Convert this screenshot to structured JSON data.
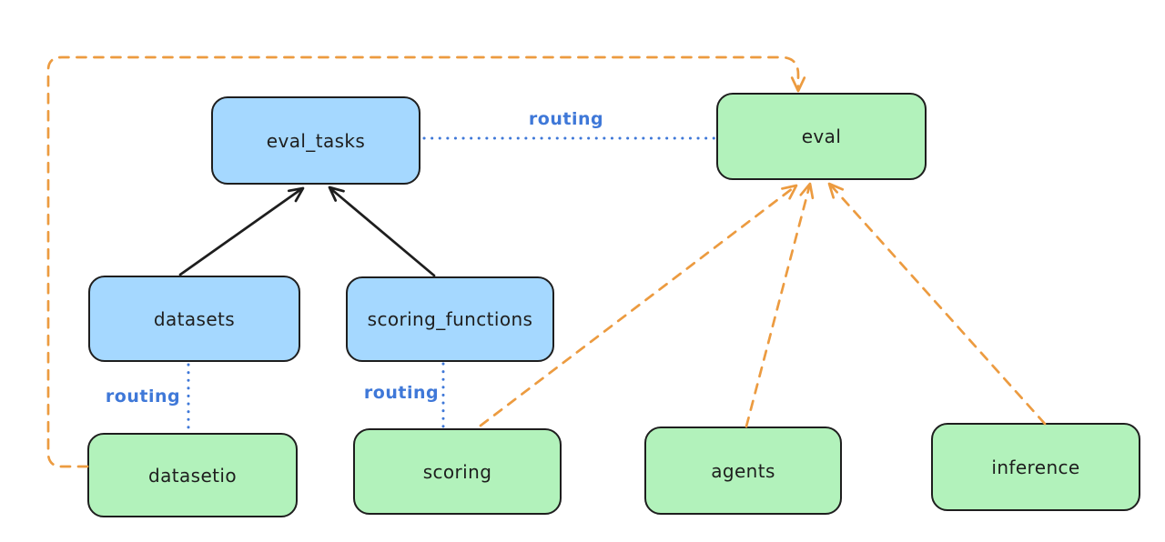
{
  "diagram": {
    "nodes": [
      {
        "id": "eval_tasks",
        "label": "eval_tasks",
        "color": "blue"
      },
      {
        "id": "eval",
        "label": "eval",
        "color": "green"
      },
      {
        "id": "datasets",
        "label": "datasets",
        "color": "blue"
      },
      {
        "id": "scoring_functions",
        "label": "scoring_functions",
        "color": "blue"
      },
      {
        "id": "datasetio",
        "label": "datasetio",
        "color": "green"
      },
      {
        "id": "scoring",
        "label": "scoring",
        "color": "green"
      },
      {
        "id": "agents",
        "label": "agents",
        "color": "green"
      },
      {
        "id": "inference",
        "label": "inference",
        "color": "green"
      }
    ],
    "edge_labels": {
      "eval_tasks_eval": "routing",
      "datasets_datasetio": "routing",
      "scoring_functions_scoring": "routing"
    },
    "edges": [
      {
        "from": "datasets",
        "to": "eval_tasks",
        "style": "solid-arrow",
        "color": "black"
      },
      {
        "from": "scoring_functions",
        "to": "eval_tasks",
        "style": "solid-arrow",
        "color": "black"
      },
      {
        "from": "eval_tasks",
        "to": "eval",
        "style": "dotted",
        "color": "blue",
        "label": "routing"
      },
      {
        "from": "datasets",
        "to": "datasetio",
        "style": "dotted",
        "color": "blue",
        "label": "routing"
      },
      {
        "from": "scoring_functions",
        "to": "scoring",
        "style": "dotted",
        "color": "blue",
        "label": "routing"
      },
      {
        "from": "datasetio",
        "to": "eval",
        "style": "dashed-arrow",
        "color": "orange"
      },
      {
        "from": "scoring",
        "to": "eval",
        "style": "dashed-arrow",
        "color": "orange"
      },
      {
        "from": "agents",
        "to": "eval",
        "style": "dashed-arrow",
        "color": "orange"
      },
      {
        "from": "inference",
        "to": "eval",
        "style": "dashed-arrow",
        "color": "orange"
      }
    ]
  },
  "colors": {
    "canvas-bg": "#ffffff",
    "node-stroke": "#1e1e1e",
    "node-blue-fill": "#a5d8ff",
    "node-green-fill": "#b2f2bb",
    "edge-black": "#1e1e1e",
    "edge-blue": "#3f78d8",
    "edge-orange": "#ec9b40"
  }
}
